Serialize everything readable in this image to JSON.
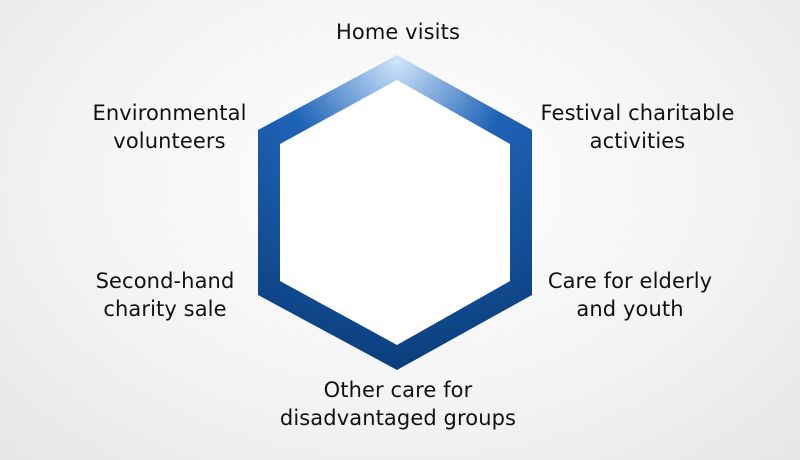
{
  "diagram": {
    "labels": {
      "top": {
        "lines": [
          "Home visits"
        ]
      },
      "top_right": {
        "lines": [
          "Festival charitable",
          "activities"
        ]
      },
      "bottom_right": {
        "lines": [
          "Care for elderly",
          "and youth"
        ]
      },
      "bottom": {
        "lines": [
          "Other care for",
          "disadvantaged groups"
        ]
      },
      "bottom_left": {
        "lines": [
          "Second-hand",
          "charity sale"
        ]
      },
      "top_left": {
        "lines": [
          "Environmental",
          "volunteers"
        ]
      }
    },
    "colors": {
      "frame_light": "#cfe4fb",
      "frame_mid": "#1f63b7",
      "frame_dark": "#0b3f7e",
      "inner_fill": "#ffffff",
      "text": "#111111"
    }
  }
}
